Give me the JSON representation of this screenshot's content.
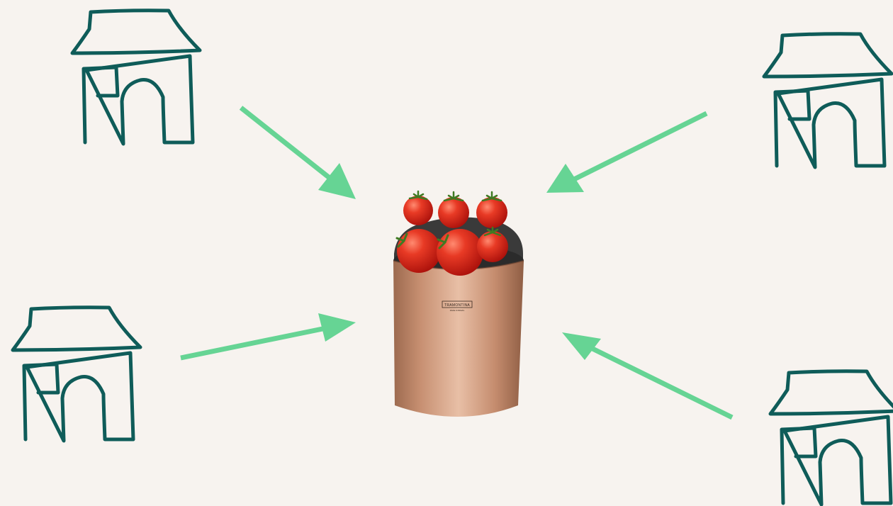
{
  "colors": {
    "background": "#f7f3ef",
    "house_stroke": "#0f5c59",
    "arrow": "#66d494",
    "bin_copper": "#c89274",
    "bin_liner": "#3a3a3a",
    "tomato": "#d8261b"
  },
  "houses": [
    {
      "name": "house-top-left",
      "icon": "house-icon"
    },
    {
      "name": "house-top-right",
      "icon": "house-icon"
    },
    {
      "name": "house-bottom-left",
      "icon": "house-icon"
    },
    {
      "name": "house-bottom-right",
      "icon": "house-icon"
    }
  ],
  "arrows_into_bin": 4,
  "bin": {
    "icon": "trash-bin-icon",
    "brand_label": "TRAMONTINA",
    "sub_label": "MADE IN BRAZIL",
    "contents": "tomatoes",
    "tomato_count": 6
  }
}
